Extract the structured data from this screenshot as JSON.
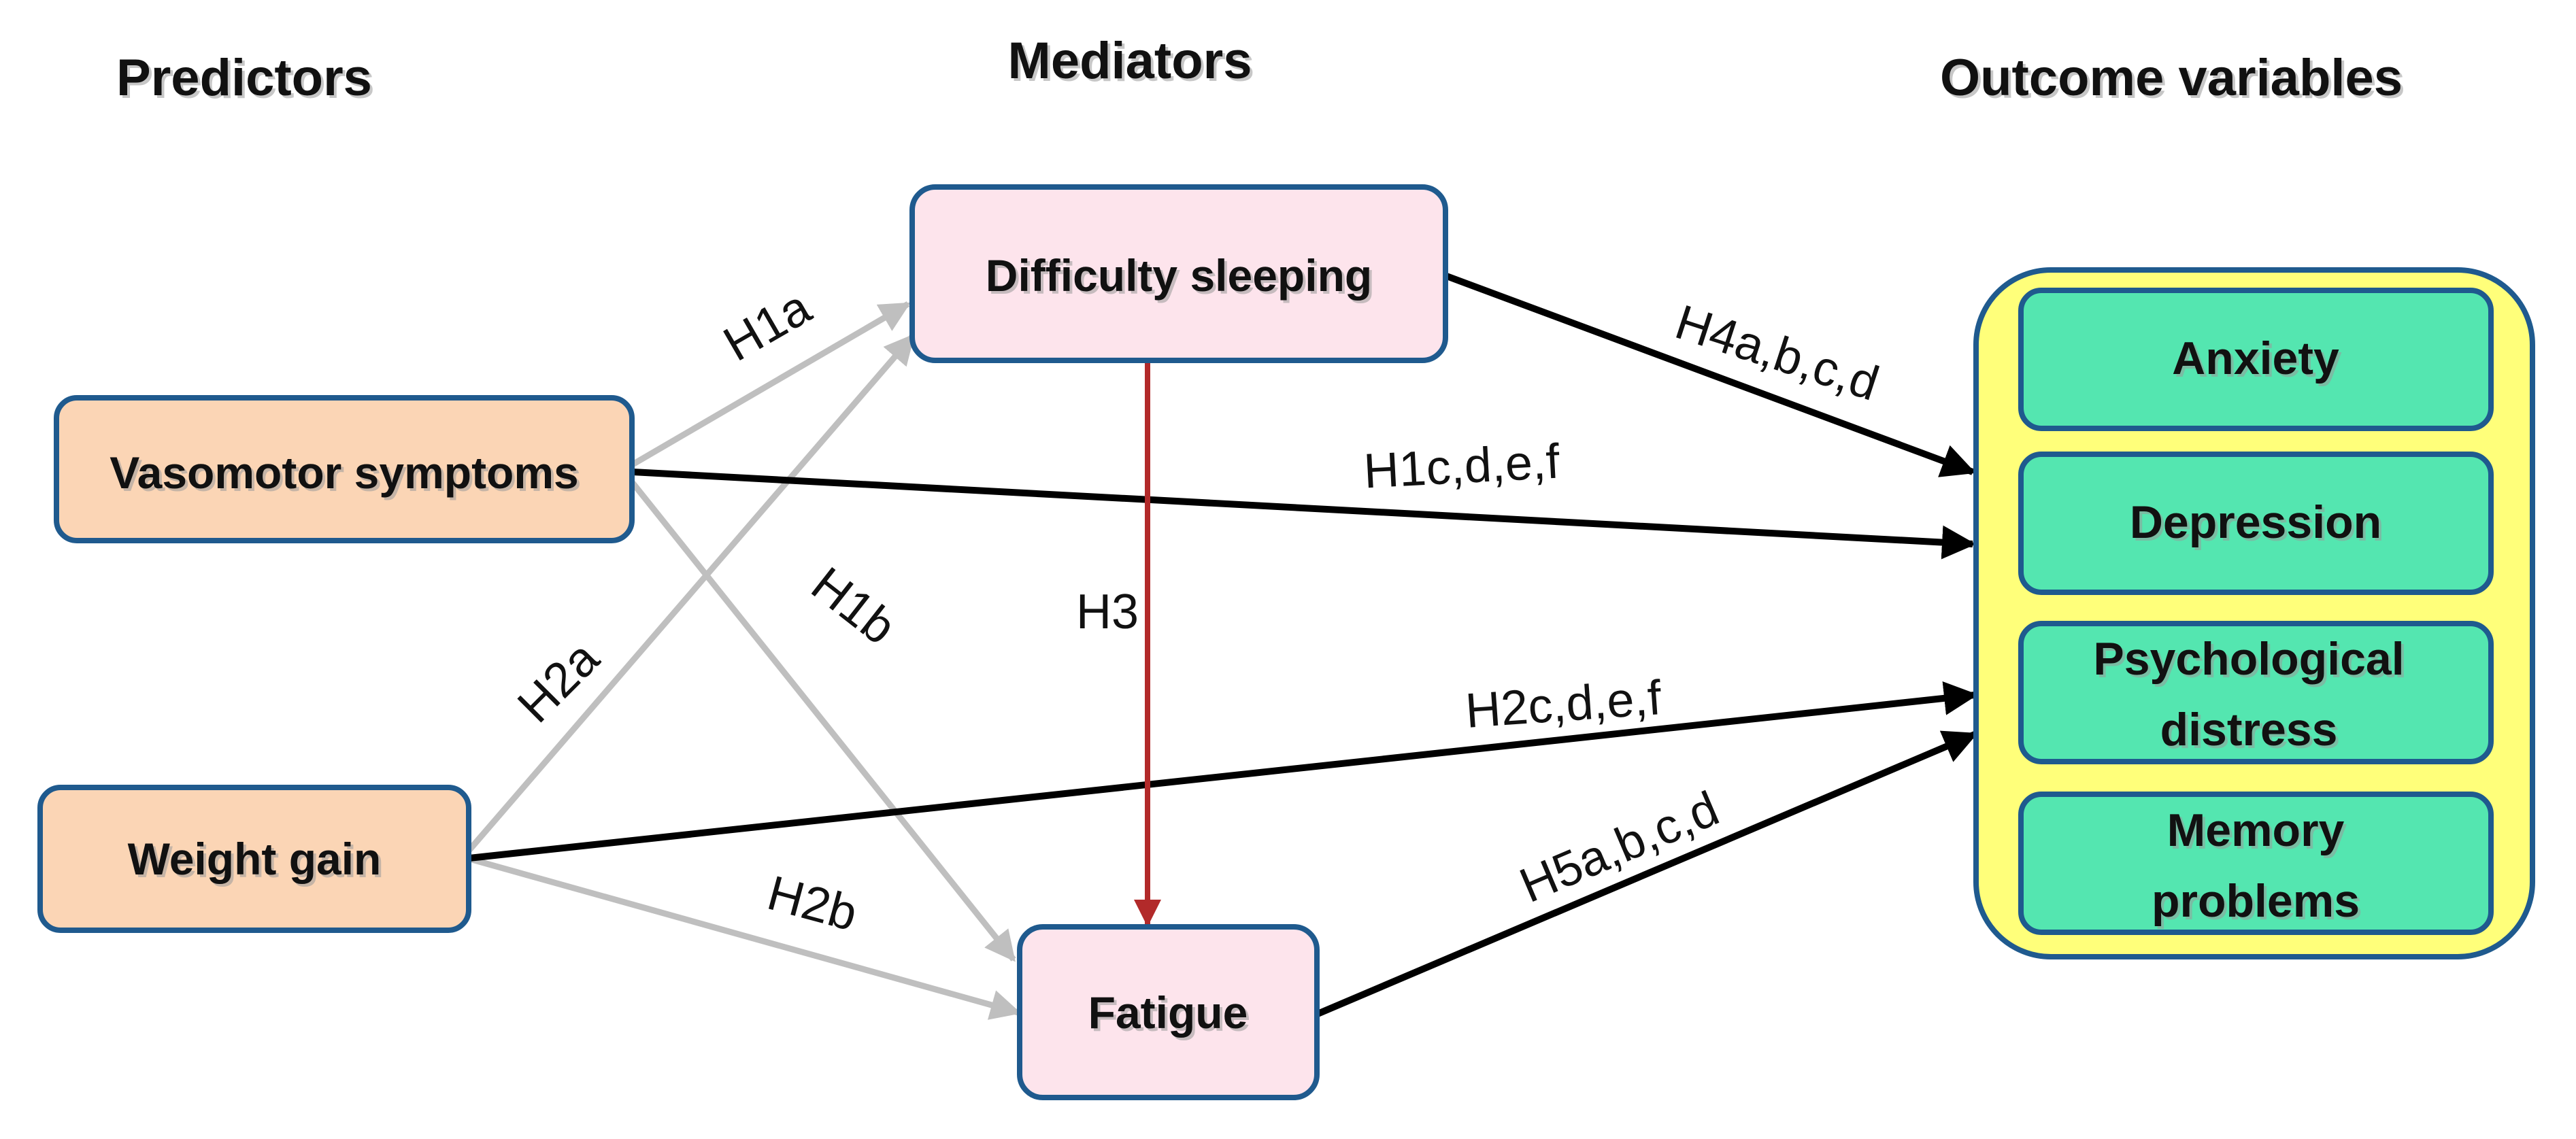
{
  "headers": {
    "predictors": "Predictors",
    "mediators": "Mediators",
    "outcomes": "Outcome variables"
  },
  "predictors": {
    "vasomotor": "Vasomotor symptoms",
    "weight_gain": "Weight gain"
  },
  "mediators": {
    "sleep": "Difficulty sleeping",
    "fatigue": "Fatigue"
  },
  "outcomes": {
    "anxiety": "Anxiety",
    "depression": "Depression",
    "distress_line1": "Psychological",
    "distress_line2": "distress",
    "memory_line1": "Memory",
    "memory_line2": "problems"
  },
  "paths": {
    "h1a": "H1a",
    "h1b": "H1b",
    "h1cdef": "H1c,d,e,f",
    "h2a": "H2a",
    "h2b": "H2b",
    "h2cdef": "H2c,d,e,f",
    "h3": "H3",
    "h4abcd": "H4a,b,c,d",
    "h5abcd": "H5a,b,c,d"
  },
  "colors": {
    "predictor_fill": "#FBD5B5",
    "mediator_fill": "#FDE4EC",
    "outcome_group_fill": "#FFFF7A",
    "outcome_fill": "#54E6B0",
    "box_border": "#1F5A8E",
    "black_path": "#000000",
    "gray_path": "#BFBFBF",
    "red_path": "#B22A2A"
  }
}
